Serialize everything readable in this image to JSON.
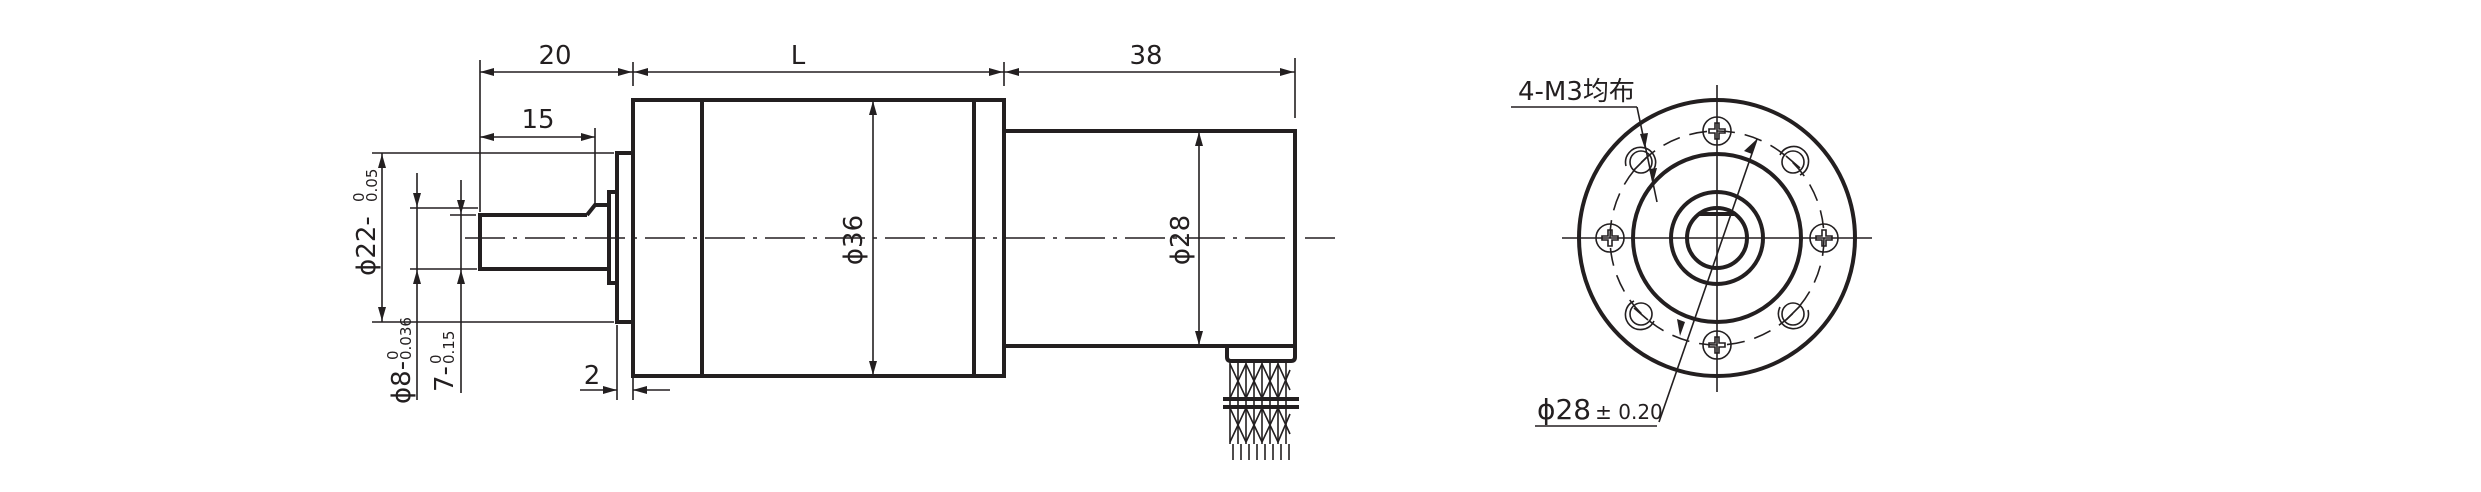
{
  "drawing": {
    "title": "Planetary gear motor outline drawing",
    "line_color": "#231f20",
    "background": "#ffffff"
  },
  "side_view": {
    "dimensions": {
      "shaft_length": "20",
      "gearbox_length": "L",
      "motor_length": "38",
      "shaft_flat_length": "15",
      "pilot_thickness": "2",
      "gearbox_diameter": "ϕ36",
      "motor_diameter": "ϕ28",
      "pilot_diameter": {
        "symbol": "ϕ",
        "value": "22",
        "sign": "-",
        "upper": "0",
        "lower": "0.05"
      },
      "shaft_diameter": {
        "symbol": "ϕ",
        "value": "8",
        "sign": "-",
        "upper": "0",
        "lower": "0.036"
      },
      "flat_height": {
        "symbol": "",
        "value": "7",
        "sign": "-",
        "upper": "0",
        "lower": "0.15"
      }
    },
    "lead_wires": {
      "count": 8
    }
  },
  "end_view": {
    "labels": {
      "mounting_holes": "4-M3均布",
      "bolt_circle": {
        "symbol": "ϕ",
        "value": "28",
        "tolerance": "± 0.20"
      }
    },
    "screws_visible": 4,
    "holes_visible": 4
  }
}
